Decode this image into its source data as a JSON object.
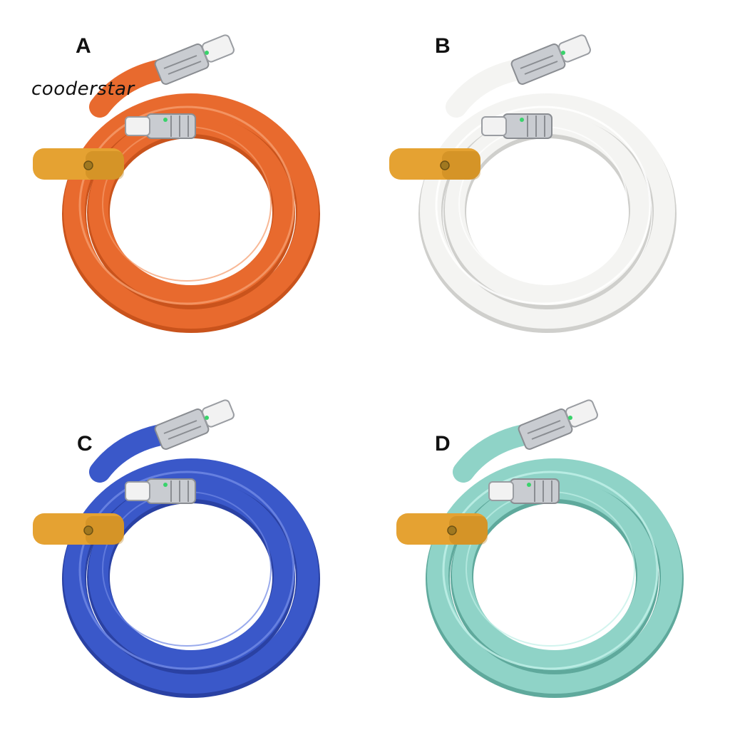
{
  "brand": {
    "watermark": "cooderstar"
  },
  "variants": [
    {
      "letter": "A",
      "color": "#e86a2e",
      "shade": "#c9531c",
      "highlight": "#f59a6a"
    },
    {
      "letter": "B",
      "color": "#f4f4f2",
      "shade": "#cfcfcc",
      "highlight": "#ffffff"
    },
    {
      "letter": "C",
      "color": "#3a58c9",
      "shade": "#2a41a3",
      "highlight": "#6f87e4"
    },
    {
      "letter": "D",
      "color": "#8fd3c7",
      "shade": "#5fa99c",
      "highlight": "#bff0e7"
    }
  ],
  "strap_color": "#e5a232",
  "metal_color": "#c9ccd1"
}
